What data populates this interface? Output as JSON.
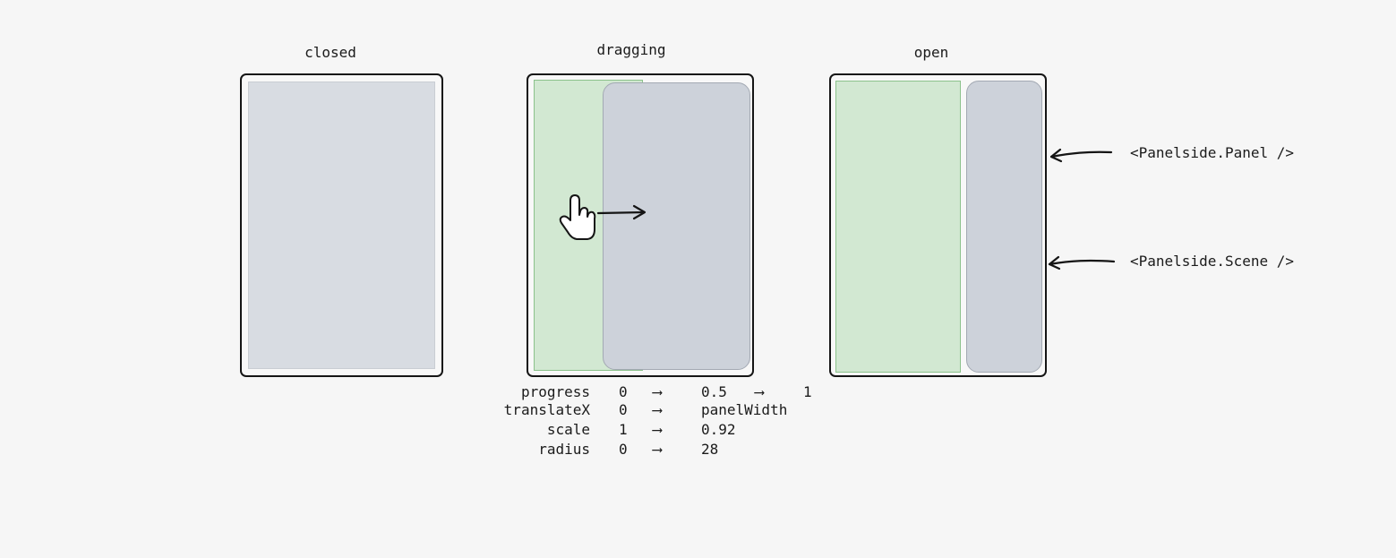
{
  "states": {
    "closed": "closed",
    "dragging": "dragging",
    "open": "open"
  },
  "callouts": {
    "panel": "<Panelside.Panel />",
    "scene": "<Panelside.Scene />"
  },
  "icons": {
    "pointer": "hand-pointer-icon",
    "drag_arrow": "arrow-right-icon"
  },
  "table": {
    "arrow": "⟶",
    "rows": [
      {
        "name": "progress",
        "from": "0",
        "mid": "0.5",
        "to": "1"
      },
      {
        "name": "translateX",
        "from": "0",
        "mid": "panelWidth",
        "to": ""
      },
      {
        "name": "scale",
        "from": "1",
        "mid": "0.92",
        "to": ""
      },
      {
        "name": "radius",
        "from": "0",
        "mid": "28",
        "to": ""
      }
    ]
  },
  "colors": {
    "background": "#f6f6f6",
    "panel_green": "#d2e8d2",
    "scene_gray": "#cdd2da",
    "stroke": "#151515"
  }
}
